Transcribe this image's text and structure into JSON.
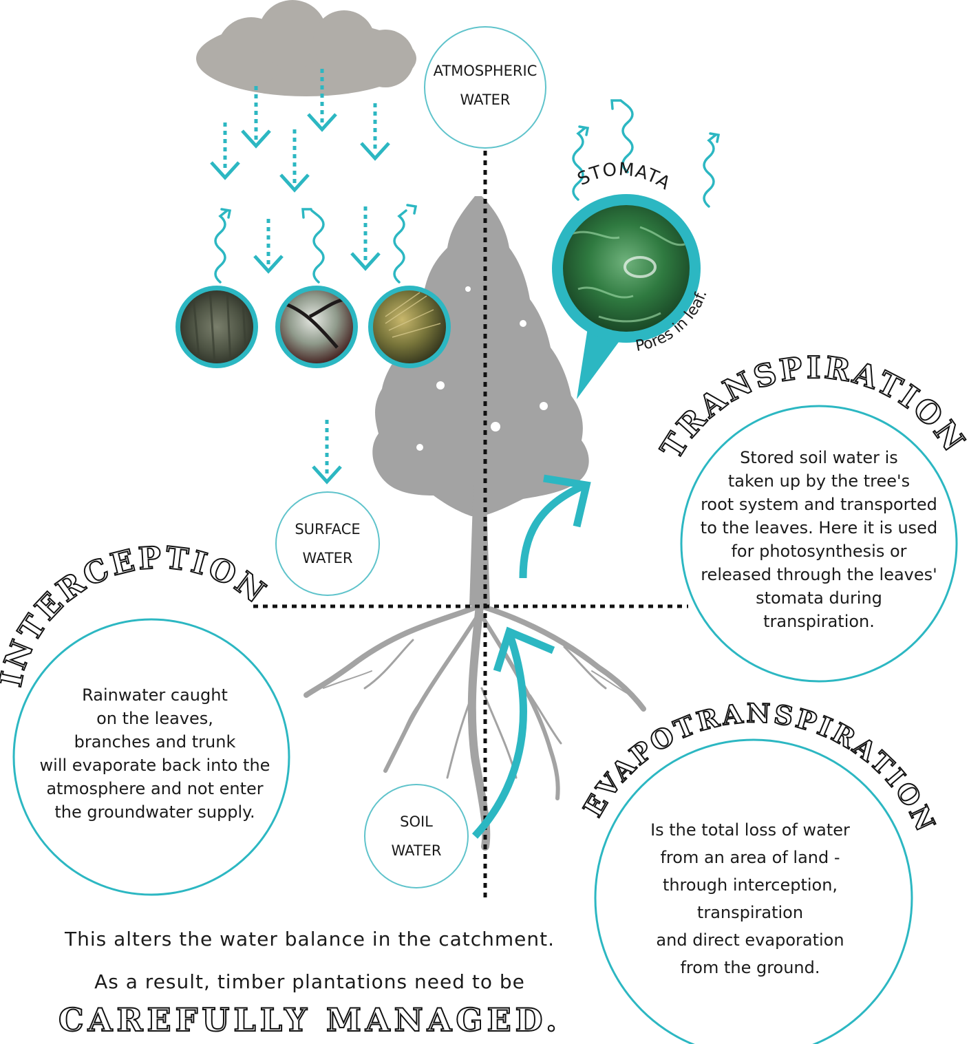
{
  "colors": {
    "teal": "#2cb7c2",
    "teal_light": "#5fc3cb",
    "cloud": "#b0ada8",
    "tree": "#a3a3a3",
    "dotted_axis": "#111111",
    "text": "#1a1a1a"
  },
  "nodes": {
    "atmospheric": "ATMOSPHERIC\nWATER",
    "surface": "SURFACE\nWATER",
    "soil": "SOIL\nWATER"
  },
  "stomata": {
    "label": "STOMATA",
    "caption": "Pores in leaf."
  },
  "interception": {
    "heading": "INTERCEPTION",
    "body": "Rainwater caught\non the leaves,\nbranches and trunk\nwill evaporate back into the\natmosphere and not enter\nthe groundwater supply."
  },
  "transpiration": {
    "heading": "TRANSPIRATION",
    "body": "Stored soil water is\ntaken up by the tree's\nroot system and transported\nto the leaves. Here it is used\nfor photosynthesis or\nreleased through the leaves'\nstomata during\ntranspiration."
  },
  "evapotranspiration": {
    "heading": "EVAPOTRANSPIRATION",
    "body": "Is the total loss of water\nfrom an area of land -\nthrough interception,\ntranspiration\nand direct evaporation\nfrom the ground."
  },
  "footer": {
    "line1": "This alters the water balance in the catchment.",
    "line2": "As a result, timber plantations need to be",
    "line3": "CAREFULLY MANAGED."
  },
  "icons": {
    "cloud": "rain-cloud-icon",
    "bark": "tree-bark-photo",
    "branch": "wet-branch-photo",
    "needles": "pine-needles-photo",
    "leaf_pore": "leaf-stomata-photo"
  }
}
